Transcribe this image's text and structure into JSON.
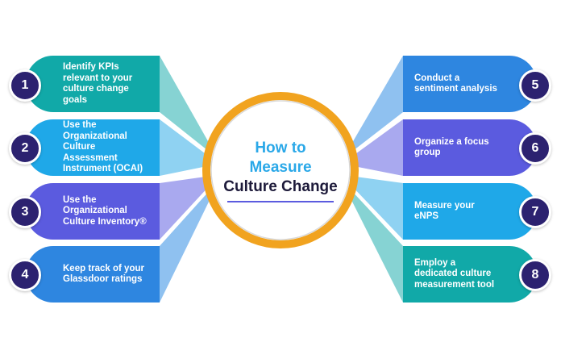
{
  "title": {
    "line1": "How to",
    "line2": "Measure",
    "line3": "Culture Change"
  },
  "colors": {
    "teal": "#11a9a8",
    "sky": "#1fa8e8",
    "violet": "#5b5bdf",
    "blue": "#2e86e0",
    "badge": "#2c2270",
    "ring_orange": "#f1a31f",
    "accent_line": "#5b5bdf"
  },
  "items": [
    {
      "number": "1",
      "text": "Identify KPIs relevant to your culture change goals",
      "color": "#11a9a8"
    },
    {
      "number": "2",
      "text": "Use the Organizational Culture Assessment Instrument (OCAI)",
      "color": "#1fa8e8"
    },
    {
      "number": "3",
      "text": "Use the Organizational Culture Inventory®",
      "color": "#5b5bdf"
    },
    {
      "number": "4",
      "text": "Keep track of your Glassdoor ratings",
      "color": "#2e86e0"
    },
    {
      "number": "5",
      "text": "Conduct a sentiment analysis",
      "color": "#2e86e0"
    },
    {
      "number": "6",
      "text": "Organize a focus group",
      "color": "#5b5bdf"
    },
    {
      "number": "7",
      "text": "Measure your eNPS",
      "color": "#1fa8e8"
    },
    {
      "number": "8",
      "text": "Employ a dedicated culture measurement tool",
      "color": "#11a9a8"
    }
  ]
}
